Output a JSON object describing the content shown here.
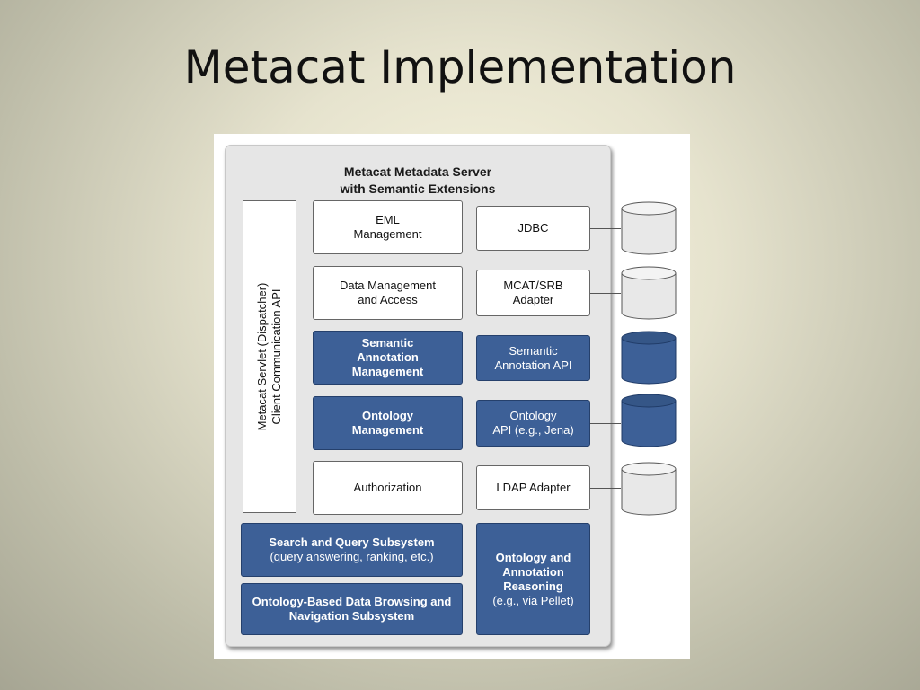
{
  "slide": {
    "title": "Metacat Implementation"
  },
  "diagram": {
    "server_title_line1": "Metacat Metadata Server",
    "server_title_line2": "with Semantic Extensions",
    "dispatcher_line1": "Metacat Servlet (Dispatcher)",
    "dispatcher_line2": "Client Communication API",
    "modules": [
      {
        "line1": "EML",
        "line2": "Management"
      },
      {
        "line1": "Data Management",
        "line2": "and Access"
      },
      {
        "line1": "Semantic",
        "line2": "Annotation",
        "line3": "Management"
      },
      {
        "line1": "Ontology",
        "line2": "Management"
      },
      {
        "line1": "Authorization"
      }
    ],
    "adapters": [
      {
        "line1": "JDBC"
      },
      {
        "line1": "MCAT/SRB",
        "line2": "Adapter"
      },
      {
        "line1": "Semantic",
        "line2": "Annotation API"
      },
      {
        "line1": "Ontology",
        "line2": "API (e.g., Jena)"
      },
      {
        "line1": "LDAP Adapter"
      }
    ],
    "search": {
      "line1": "Search and Query Subsystem",
      "line2": "(query answering, ranking, etc.)"
    },
    "browsing": {
      "line1": "Ontology-Based Data Browsing and",
      "line2": "Navigation Subsystem"
    },
    "reasoning": {
      "line1": "Ontology and",
      "line2": "Annotation",
      "line3": "Reasoning",
      "line4": "(e.g., via Pellet)"
    },
    "colors": {
      "semantic_blue": "#3d6097",
      "plain_white": "#ffffff",
      "server_gray": "#e6e6e6"
    }
  }
}
